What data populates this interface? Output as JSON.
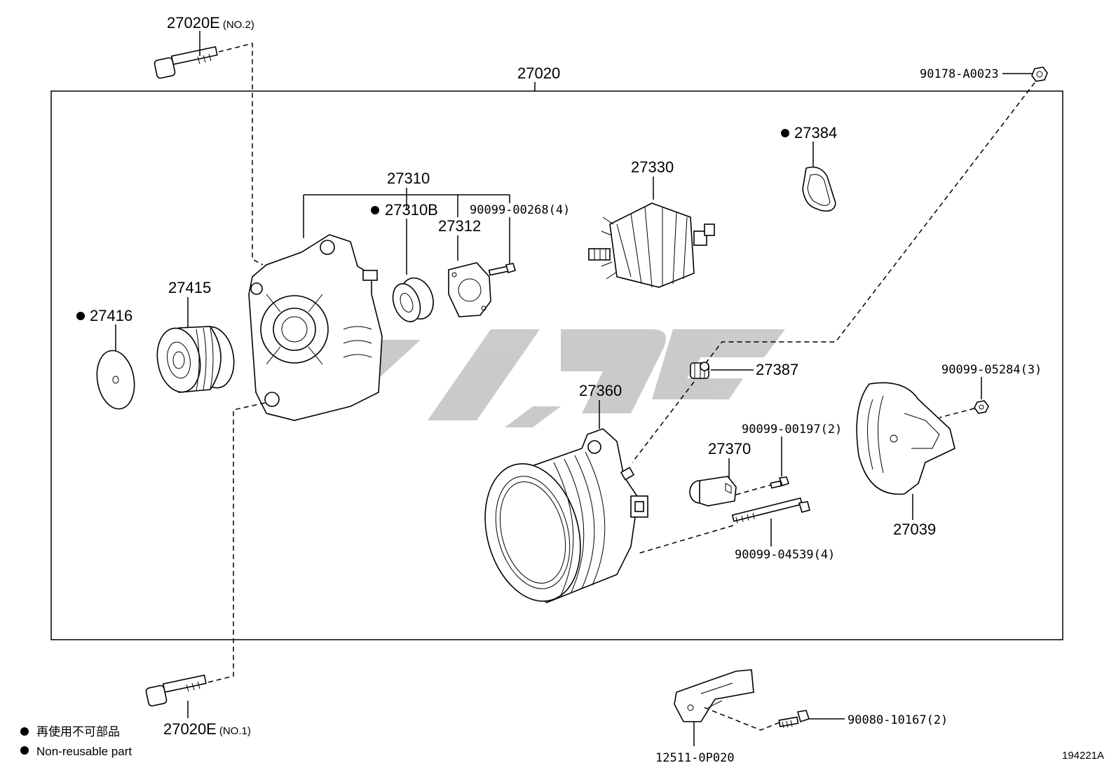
{
  "labels": {
    "assembly": "27020",
    "bolt_no2_num": "27020E",
    "bolt_no2_suffix": "(NO.2)",
    "bolt_no1_num": "27020E",
    "bolt_no1_suffix": "(NO.1)",
    "nut_top": "90178-A0023",
    "frame_drive_end": "27310",
    "bearing": "27310B",
    "retainer": "27312",
    "screw_268": "90099-00268(4)",
    "rotor": "27330",
    "cover_27384": "27384",
    "pulley": "27415",
    "pulley_cap": "27416",
    "terminal_insulator": "27387",
    "frame_rectifier_end": "27360",
    "regulator": "27370",
    "screw_197": "90099-00197(2)",
    "bolt_539": "90099-04539(4)",
    "nut_284": "90099-05284(3)",
    "rear_cover": "27039",
    "bracket": "12511-0P020",
    "bolt_167": "90080-10167(2)"
  },
  "legend": {
    "jp": "再使用不可部品",
    "en": "Non-reusable part"
  },
  "diagram_id": "194221A",
  "colors": {
    "ink": "#000000",
    "watermark": "#c8c8c8"
  }
}
